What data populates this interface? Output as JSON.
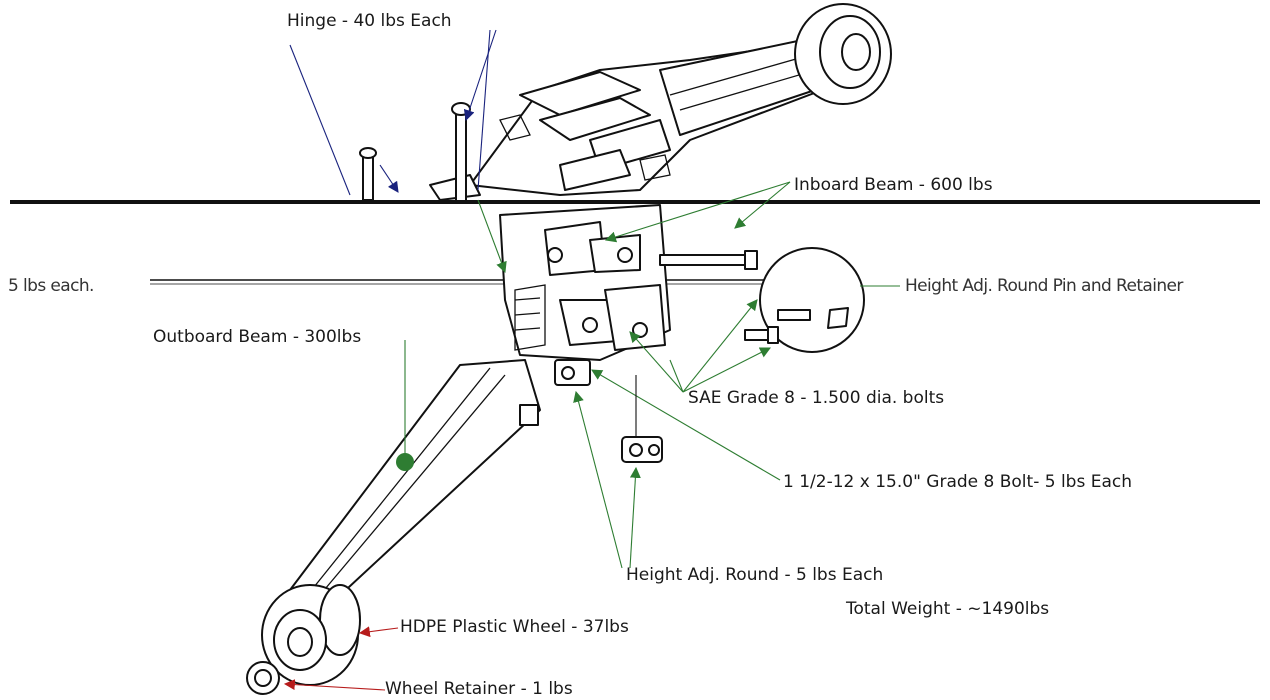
{
  "labels": {
    "hinge": "Hinge - 40 lbs Each",
    "inboard_beam": "Inboard Beam - 600 lbs",
    "pin_left": "5 lbs each.",
    "pin_right": "Height Adj. Round Pin and Retainer",
    "outboard_beam": "Outboard Beam - 300lbs",
    "sae_bolts": "SAE Grade 8 - 1.500 dia. bolts",
    "bolt": "1 1/2-12 x 15.0\" Grade 8 Bolt- 5 lbs Each",
    "height_adj_round": "Height Adj. Round - 5 lbs Each",
    "total_weight": "Total Weight - ~1490lbs",
    "wheel": "HDPE Plastic Wheel - 37lbs",
    "wheel_retainer": "Wheel Retainer - 1 lbs"
  },
  "colors": {
    "leader_hinge": "#1a237e",
    "leader_inboard": "#2e7d32",
    "leader_outboard": "#2e7d32",
    "leader_wheel": "#b71c1c",
    "ink": "#111111"
  }
}
